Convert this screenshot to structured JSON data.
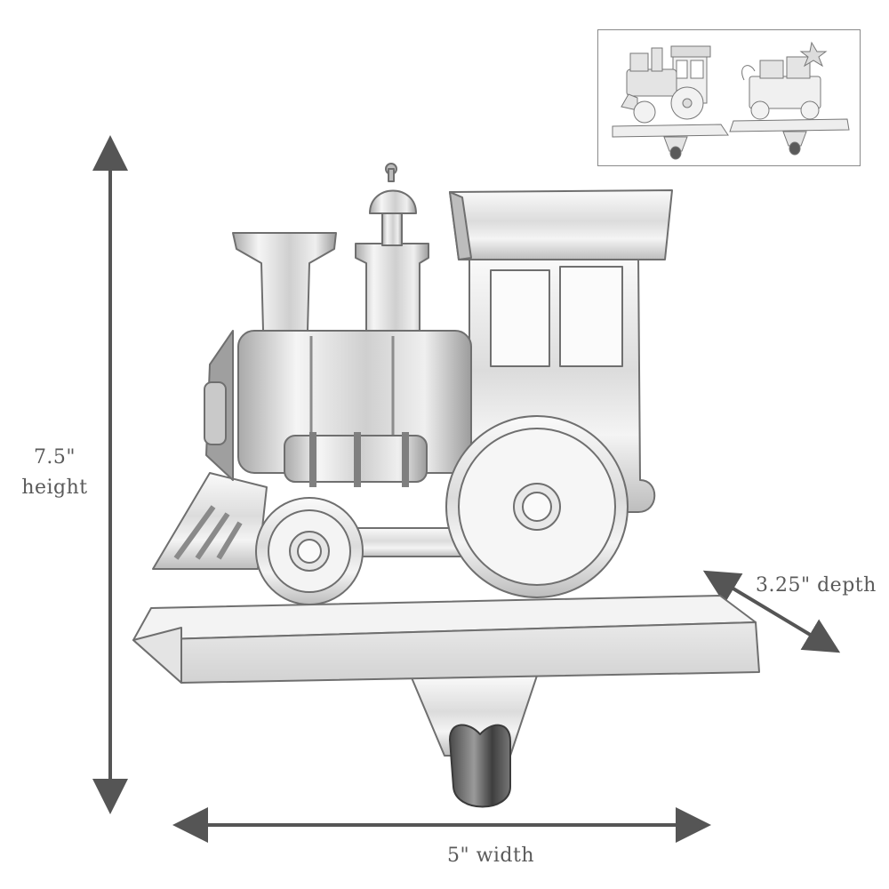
{
  "dimensions": {
    "height": {
      "value": "7.5\"",
      "unit": "height"
    },
    "depth": "3.25\" depth",
    "width": "5\" width"
  },
  "colors": {
    "arrow": "#555555",
    "silver_light": "#f2f2f2",
    "silver_mid": "#cfcfcf",
    "silver_dark": "#8e8e8e",
    "outline": "#6f6f6f"
  },
  "inset": {
    "variants": [
      "train-stocking-holder",
      "gift-wagon-stocking-holder"
    ]
  }
}
